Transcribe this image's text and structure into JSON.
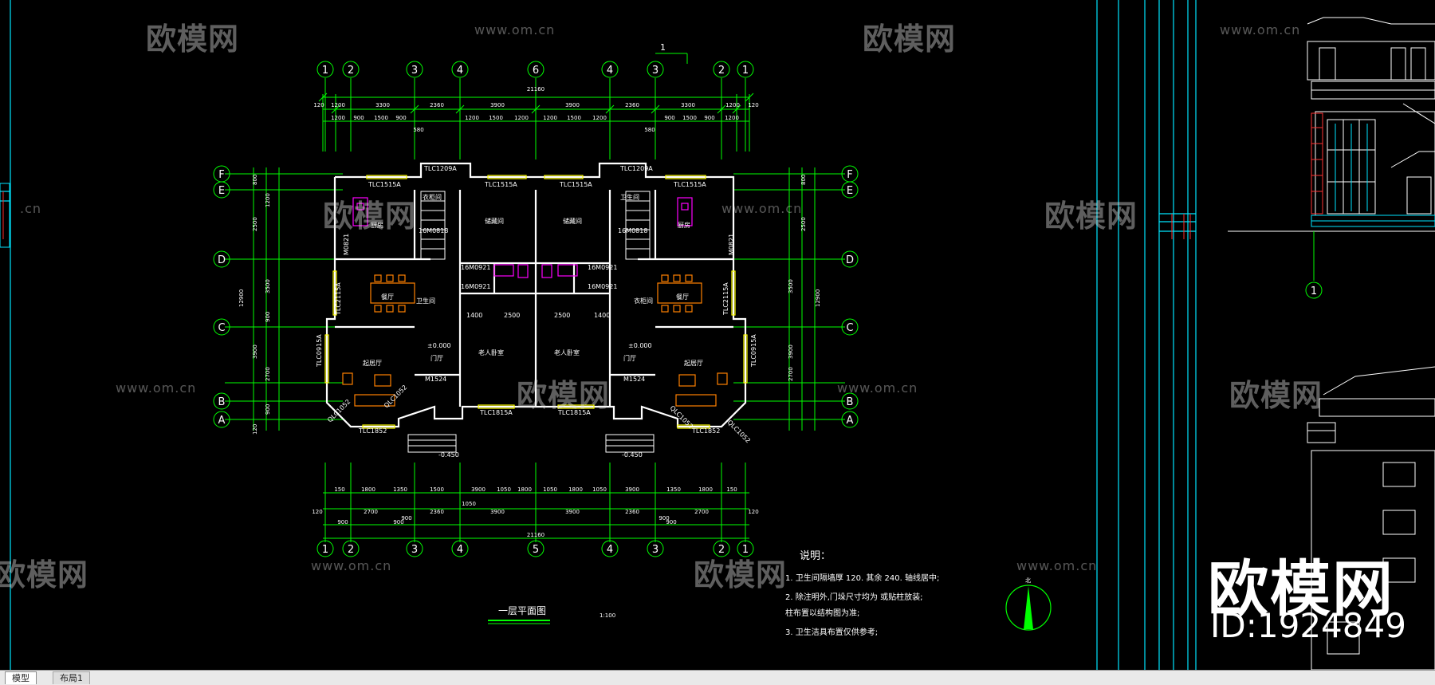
{
  "drawing": {
    "title": "一层平面图",
    "scale": "1:100",
    "north_label": "北",
    "notes_title": "说明：",
    "notes": [
      "1.   卫生间隔墙厚    120.  其余 240.  轴线居中;",
      "2.   除注明外,门垛尺寸均为    或贴柱放装;",
      "      柱布置以结构图为准;",
      "3.   卫生洁具布置仅供参考;"
    ],
    "axis_top": [
      "1",
      "2",
      "3",
      "4",
      "6",
      "4",
      "3",
      "2",
      "1"
    ],
    "axis_bottom": [
      "1",
      "2",
      "3",
      "4",
      "5",
      "4",
      "3",
      "2",
      "1"
    ],
    "axis_rows": [
      "F",
      "E",
      "D",
      "C",
      "B",
      "A"
    ],
    "total_width": "21160",
    "top_dims_row1": [
      "120",
      "1200",
      "3300",
      "2360",
      "3900",
      "3900",
      "2360",
      "3300",
      "1200",
      "120"
    ],
    "top_dims_row2": [
      "1200",
      "900",
      "1500",
      "900",
      "580",
      "1200",
      "1500",
      "1200",
      "1200",
      "1500",
      "1200",
      "580",
      "900",
      "1500",
      "900",
      "1200"
    ],
    "bottom_dims_row1": [
      "150",
      "1800",
      "1350",
      "1500",
      "3900",
      "1050",
      "1800",
      "1050",
      "1800",
      "1050",
      "3900",
      "1350",
      "1800",
      "150"
    ],
    "bottom_dims_row2": [
      "120",
      "2700",
      "900",
      "2360",
      "1050",
      "3900",
      "3900",
      "2360",
      "900",
      "2700",
      "120"
    ],
    "bottom_dims_row3": [
      "900",
      "900",
      "900"
    ],
    "left_dims": [
      "800",
      "2500",
      "1200",
      "3500",
      "900",
      "3900",
      "2700",
      "900",
      "120"
    ],
    "left_total": "12900",
    "windows": [
      "TLC1515A",
      "TLC1209A",
      "TLC1515A",
      "TLC1515A",
      "TLC1209A",
      "TLC1515A",
      "TLC2115A",
      "TLC2115A",
      "TLC0915A",
      "TLC0915A",
      "TLC1852",
      "TLC1852",
      "TLC1815A",
      "TLC1815A",
      "QLC1052",
      "QLC1052",
      "QLC1052",
      "QLC1052"
    ],
    "doors": [
      "M0821",
      "M0821",
      "M1524",
      "M1524",
      "16M0921",
      "16M0921",
      "16M0921",
      "16M0921",
      "16M0818",
      "16M0818"
    ],
    "rooms": [
      "厨房",
      "厨房",
      "餐厅",
      "餐厅",
      "起居厅",
      "起居厅",
      "门厅",
      "门厅",
      "储藏间",
      "储藏间",
      "老人卧室",
      "老人卧室",
      "卫生间",
      "卫生间",
      "衣柜间",
      "衣柜间"
    ],
    "levels": [
      "±0.000",
      "±0.000",
      "-0.450",
      "-0.450"
    ],
    "dims_misc": [
      "1400",
      "2500",
      "2500",
      "1400",
      "1800",
      "1800",
      "1500",
      "1500",
      "580",
      "580"
    ]
  },
  "elevation_label": "1",
  "watermark": {
    "brand": "欧模网",
    "url": "www.om.cn",
    "url_partial": ".cn",
    "id": "ID:1924849"
  },
  "tabs": {
    "model": "模型",
    "layout1": "布局1"
  },
  "colors": {
    "background": "#000000",
    "grid_axis": "#00ff00",
    "dimension": "#00ff00",
    "wall": "#ffffff",
    "window": "#ffff00",
    "furniture": "#ff8000",
    "fixture": "#ff00ff",
    "text": "#ffffff",
    "frame": "#00ffff"
  }
}
